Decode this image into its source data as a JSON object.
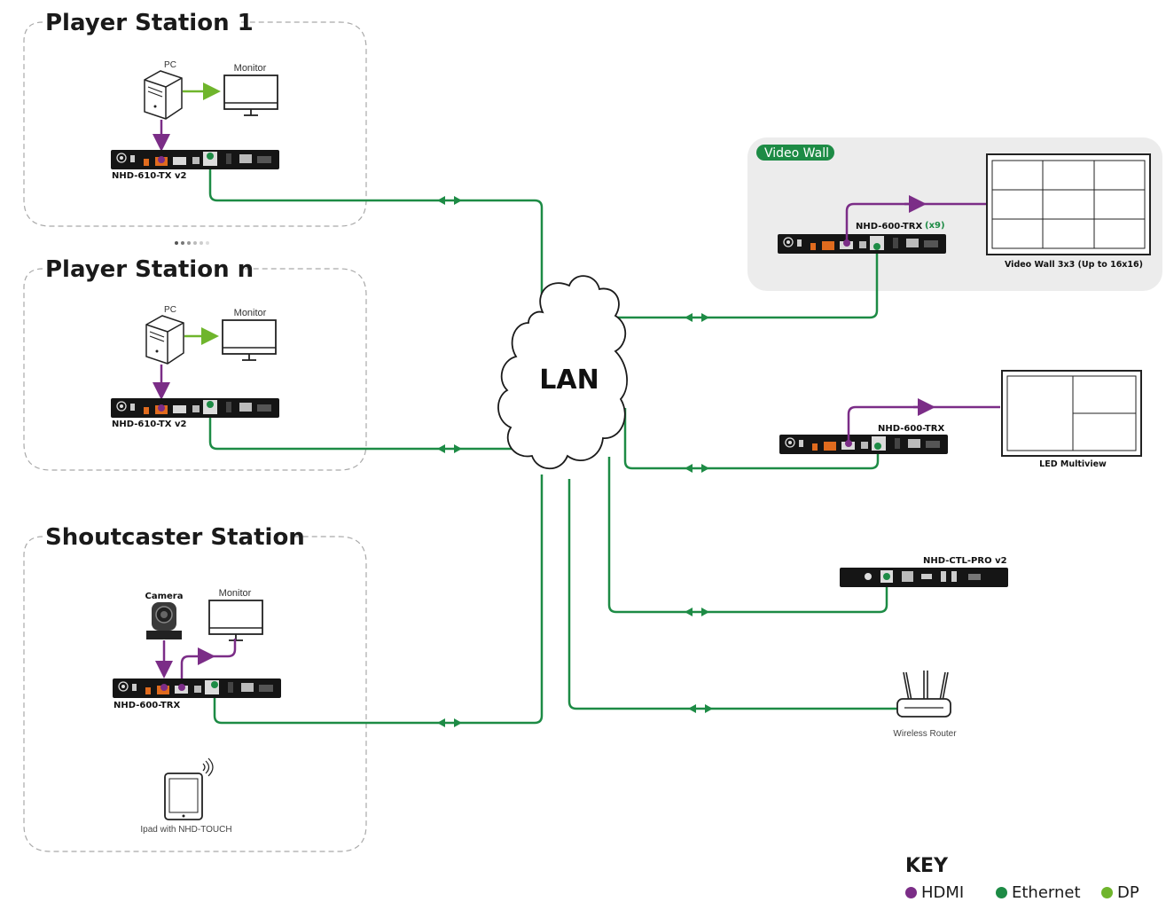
{
  "colors": {
    "hdmi": "#7b2d87",
    "ethernet": "#1d8b45",
    "dp": "#6fb52c",
    "station_border": "#a9a9a9",
    "video_wall_panel": "#ececec"
  },
  "stations": [
    {
      "title": "Player Station 1",
      "pc_label": "PC",
      "monitor_label": "Monitor",
      "device_label": "NHD-610-TX v2"
    },
    {
      "title": "Player Station n",
      "pc_label": "PC",
      "monitor_label": "Monitor",
      "device_label": "NHD-610-TX v2"
    },
    {
      "title": "Shoutcaster Station",
      "camera_label": "Camera",
      "monitor_label": "Monitor",
      "device_label": "NHD-600-TRX",
      "tablet_label": "Ipad with NHD-TOUCH"
    }
  ],
  "cloud": {
    "label": "LAN"
  },
  "video_wall": {
    "badge": "Video Wall",
    "device_label": "NHD-600-TRX",
    "device_count": "(x9)",
    "display_label": "Video Wall 3x3 (Up to 16x16)"
  },
  "multiview": {
    "device_label": "NHD-600-TRX",
    "display_label": "LED Multiview"
  },
  "controller": {
    "device_label": "NHD-CTL-PRO v2"
  },
  "router": {
    "label": "Wireless Router"
  },
  "key": {
    "title": "KEY",
    "items": [
      {
        "label": "HDMI",
        "icon": "purple-dot"
      },
      {
        "label": "Ethernet",
        "icon": "green-dot"
      },
      {
        "label": "DP",
        "icon": "lime-dot"
      }
    ]
  }
}
